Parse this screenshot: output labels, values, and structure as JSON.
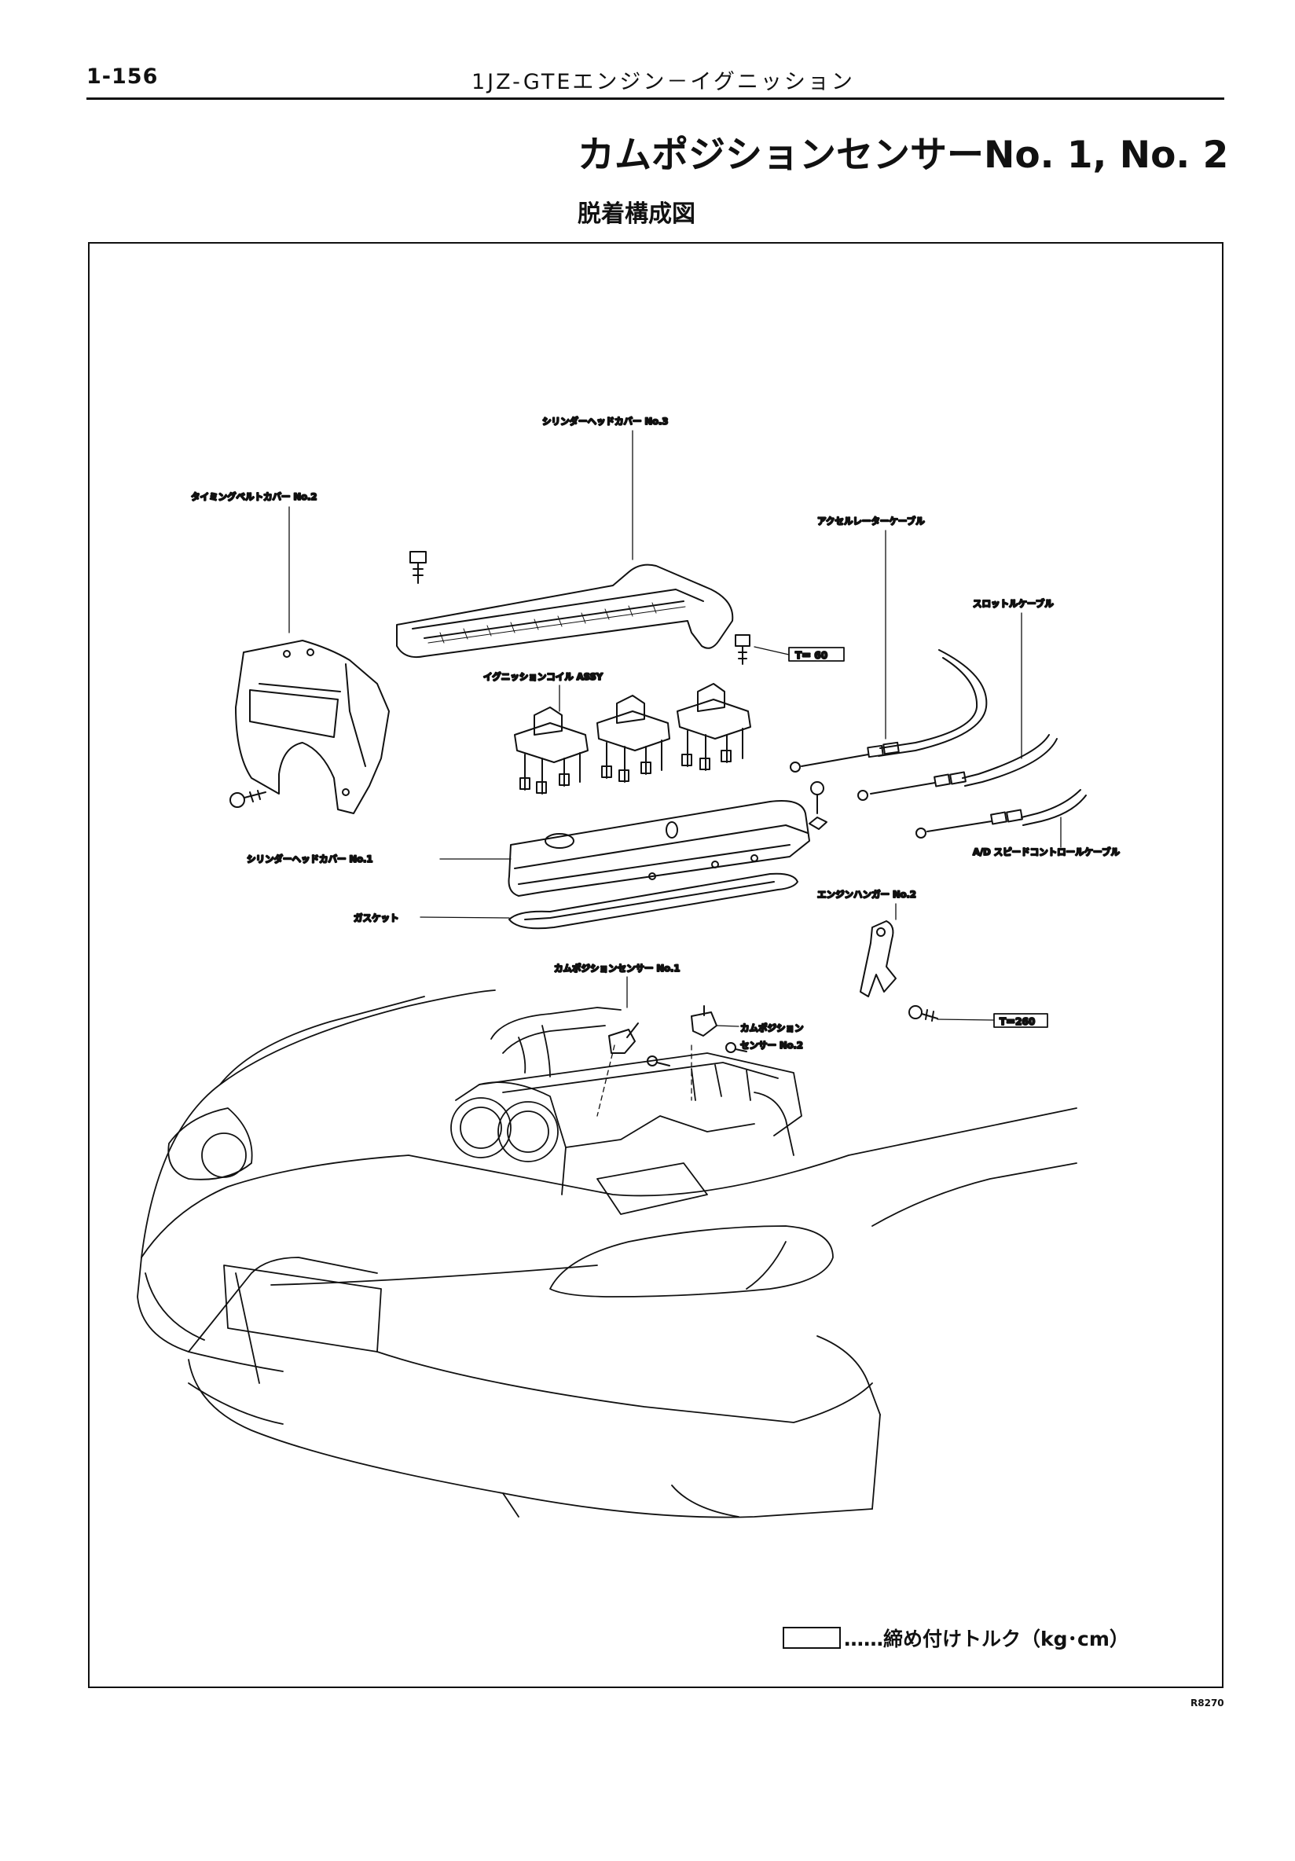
{
  "header": {
    "page_number": "1-156",
    "section_title": "1JZ-GTEエンジン－イグニッション"
  },
  "title": {
    "main": "カムポジションセンサーNo. 1,  No. 2",
    "sub": "脱着構成図"
  },
  "diagram": {
    "labels": {
      "cylinder_head_cover_no3": "シリンダーヘッドカバー No.3",
      "timing_belt_cover_no2": "タイミングベルトカバー No.2",
      "accelerator_cable": "アクセルレーターケーブル",
      "throttle_cable": "スロットルケーブル",
      "ignition_coil_assy": "イグニッションコイル ASSY",
      "ad_speed_control_cable": "A/D スピードコントロールケーブル",
      "cylinder_head_cover_no1": "シリンダーヘッドカバー No.1",
      "gasket": "ガスケット",
      "engine_hanger_no2": "エンジンハンガー No.2",
      "cam_position_sensor_no1": "カムポジションセンサー No.1",
      "cam_position_sensor_no2_line1": "カムポジション",
      "cam_position_sensor_no2_line2": "センサー No.2"
    },
    "torques": {
      "head_cover_bolt": "T＝ 60",
      "engine_hanger_bolt": "T＝260"
    }
  },
  "legend": {
    "text": "……締め付けトルク（kg･cm）"
  },
  "figure_code": "R8270"
}
